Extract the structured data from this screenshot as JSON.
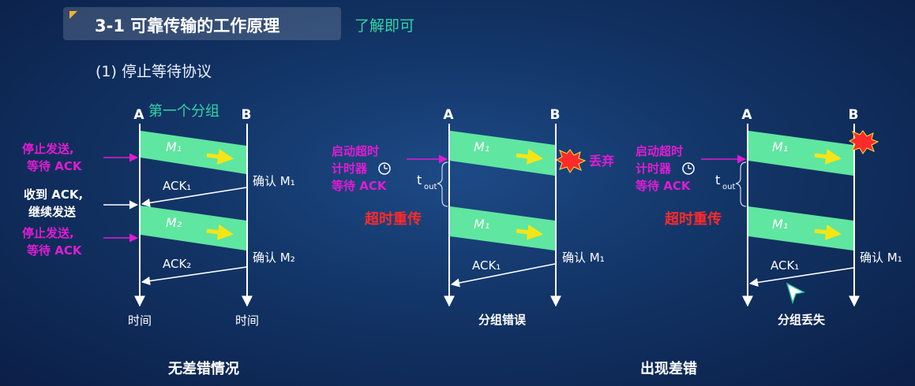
{
  "header": {
    "title": "3-1 可靠传输的工作原理",
    "tag": "了解即可",
    "subtitle": "(1) 停止等待协议"
  },
  "colors": {
    "accent": "#f2b233",
    "frame_fill": "#5fe6a0",
    "magenta": "#e01cd2",
    "red": "#ff2a2a",
    "arrow_yellow": "#f6e516",
    "teal": "#2fd6a4"
  },
  "panel_no_error": {
    "caption": "无差错情况",
    "group_label": "第一个分组",
    "node_a": "A",
    "node_b": "B",
    "time_a": "时间",
    "time_b": "时间",
    "frame1": "M₁",
    "frame2": "M₂",
    "ack1": "ACK₁",
    "ack2": "ACK₂",
    "confirm1": "确认 M₁",
    "confirm2": "确认 M₂",
    "note_stop1": [
      "停止发送,",
      "等待 ACK"
    ],
    "note_receive": [
      "收到 ACK,",
      "继续发送"
    ],
    "note_stop2": [
      "停止发送,",
      "等待 ACK"
    ]
  },
  "panel_error": {
    "caption_shared": "出现差错",
    "label": "分组错误",
    "node_a": "A",
    "node_b": "B",
    "frame1": "M₁",
    "frame_retx": "M₁",
    "discard": "丢弃",
    "tout": "t",
    "tout_sub": "out",
    "retransmit": "超时重传",
    "ack": "ACK₁",
    "confirm": "确认 M₁",
    "note": [
      "启动超时",
      "计时器",
      "等待 ACK"
    ]
  },
  "panel_loss": {
    "label": "分组丢失",
    "node_a": "A",
    "node_b": "B",
    "frame1": "M₁",
    "frame_retx": "M₁",
    "tout": "t",
    "tout_sub": "out",
    "retransmit": "超时重传",
    "ack": "ACK₁",
    "confirm": "确认 M₁",
    "note": [
      "启动超时",
      "计时器",
      "等待 ACK"
    ]
  }
}
